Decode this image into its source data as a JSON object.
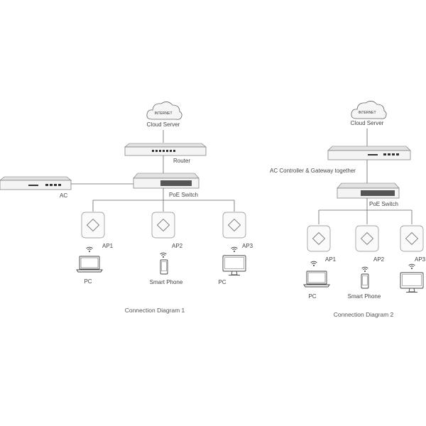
{
  "diagram1": {
    "internet": "INTERNET",
    "cloud": "Cloud Server",
    "router": "Router",
    "ac": "AC",
    "poe": "PoE Switch",
    "ap1": "AP1",
    "ap2": "AP2",
    "ap3": "AP3",
    "pc1": "PC",
    "phone": "Smart Phone",
    "pc2": "PC",
    "caption": "Connection Diagram 1"
  },
  "diagram2": {
    "internet": "INTERNET",
    "cloud": "Cloud Server",
    "gateway": "AC Controller & Gateway together",
    "poe": "PoE Switch",
    "ap1": "AP1",
    "ap2": "AP2",
    "ap3": "AP3",
    "pc1": "PC",
    "phone": "Smart Phone",
    "caption": "Connection Diagram 2"
  }
}
